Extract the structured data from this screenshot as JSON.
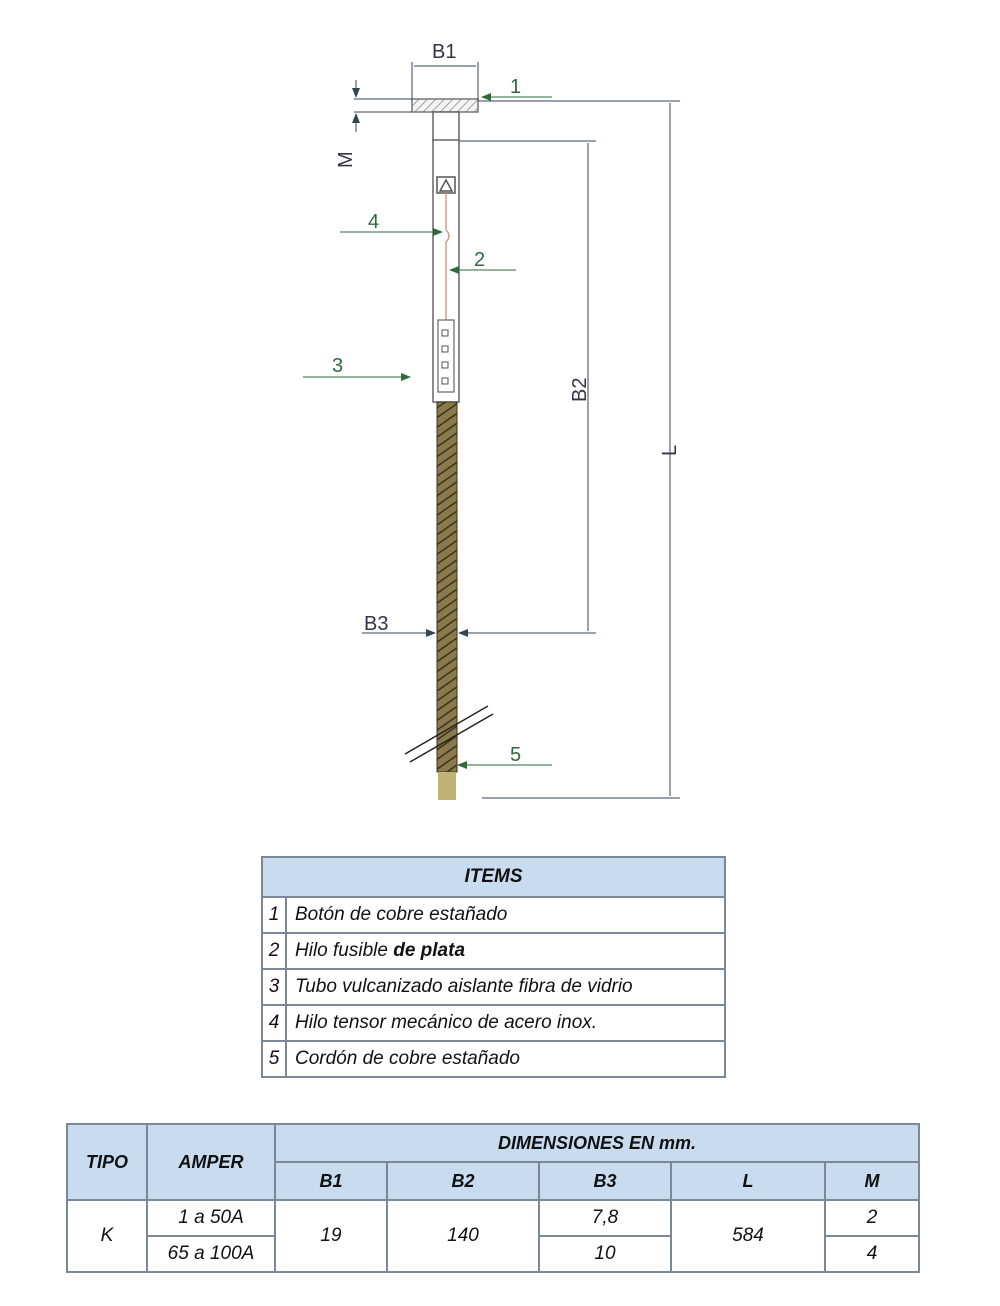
{
  "drawing": {
    "dimension_labels": {
      "b1": "B1",
      "m": "M",
      "b2": "B2",
      "l": "L",
      "b3": "B3"
    },
    "item_callouts": [
      "1",
      "2",
      "3",
      "4",
      "5"
    ],
    "colors": {
      "callout": "#2e6a3a",
      "dimension": "#334455",
      "cord": "#b8a860",
      "tube": "#ffffff"
    }
  },
  "items_table": {
    "title": "ITEMS",
    "rows": [
      {
        "num": "1",
        "text": "Botón de cobre estañado",
        "bold": ""
      },
      {
        "num": "2",
        "text": "Hilo fusible ",
        "bold": "de plata"
      },
      {
        "num": "3",
        "text": "Tubo vulcanizado aislante fibra de vidrio",
        "bold": ""
      },
      {
        "num": "4",
        "text": "Hilo tensor mecánico de acero inox.",
        "bold": ""
      },
      {
        "num": "5",
        "text": "Cordón de cobre estañado",
        "bold": ""
      }
    ]
  },
  "dims_table": {
    "headers": {
      "tipo": "TIPO",
      "amper": "AMPER",
      "group": "DIMENSIONES EN mm.",
      "b1": "B1",
      "b2": "B2",
      "b3": "B3",
      "l": "L",
      "m": "M"
    },
    "tipo": "K",
    "amper": [
      "1 a 50A",
      "65 a 100A"
    ],
    "b1": "19",
    "b2": "140",
    "b3": [
      "7,8",
      "10"
    ],
    "l": "584",
    "m": [
      "2",
      "4"
    ]
  },
  "header_color": "#c9dcef"
}
